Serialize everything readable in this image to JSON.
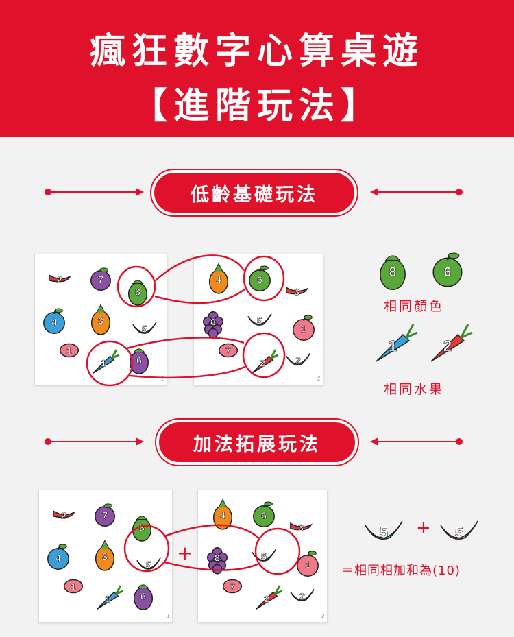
{
  "header": {
    "title_line1": "瘋狂數字心算桌遊",
    "title_line2": "【進階玩法】"
  },
  "section1": {
    "title": "低齡基礎玩法",
    "label_color": "相同顏色",
    "label_fruit": "相同水果"
  },
  "section2": {
    "title": "加法拓展玩法",
    "plus": "+",
    "result": "＝相同相加和為(10)"
  },
  "colors": {
    "brand_red": "#e0122b",
    "purple": "#8b4fa3",
    "green": "#5aa83a",
    "blue": "#3a9fd8",
    "pink": "#f07a8a",
    "orange": "#f08a1e",
    "red": "#e03a3a"
  },
  "cards": {
    "c1": [
      {
        "fruit": "chili",
        "n": "2",
        "color": "#e03a3a"
      },
      {
        "fruit": "plum",
        "n": "7",
        "color": "#8b4fa3"
      },
      {
        "fruit": "eggplant",
        "n": "8",
        "color": "#5aa83a"
      },
      {
        "fruit": "apple",
        "n": "4",
        "color": "#3a9fd8"
      },
      {
        "fruit": "pineapple",
        "n": "3",
        "color": "#f08a1e"
      },
      {
        "fruit": "banana",
        "n": "5",
        "color": "#3a9fd8"
      },
      {
        "fruit": "bean",
        "n": "1",
        "color": "#f07a8a"
      },
      {
        "fruit": "carrot",
        "n": "1",
        "color": "#3a9fd8"
      },
      {
        "fruit": "eggplant",
        "n": "6",
        "color": "#8b4fa3"
      }
    ],
    "c2": [
      {
        "fruit": "pineapple",
        "n": "4",
        "color": "#f08a1e"
      },
      {
        "fruit": "apple",
        "n": "6",
        "color": "#5aa83a"
      },
      {
        "fruit": "chili",
        "n": "3",
        "color": "#e03a3a"
      },
      {
        "fruit": "grape",
        "n": "8",
        "color": "#8b4fa3"
      },
      {
        "fruit": "banana",
        "n": "5",
        "color": "#f07a8a"
      },
      {
        "fruit": "apple",
        "n": "1",
        "color": "#f07a8a"
      },
      {
        "fruit": "bean",
        "n": "7",
        "color": "#f07a8a"
      },
      {
        "fruit": "carrot",
        "n": "2",
        "color": "#e03a3a"
      },
      {
        "fruit": "banana",
        "n": "2",
        "color": "#3a9fd8"
      }
    ],
    "pageno_1": "2",
    "pageno_2": "1"
  },
  "side_items": {
    "eggplant": {
      "n": "8",
      "color": "#5aa83a"
    },
    "apple": {
      "n": "6",
      "color": "#5aa83a"
    },
    "carrot_blue": {
      "n": "1",
      "color": "#3a9fd8"
    },
    "carrot_red": {
      "n": "2",
      "color": "#e03a3a"
    },
    "banana_blue": {
      "n": "5",
      "color": "#3a9fd8"
    },
    "banana_pink": {
      "n": "5",
      "color": "#f07a8a"
    }
  }
}
